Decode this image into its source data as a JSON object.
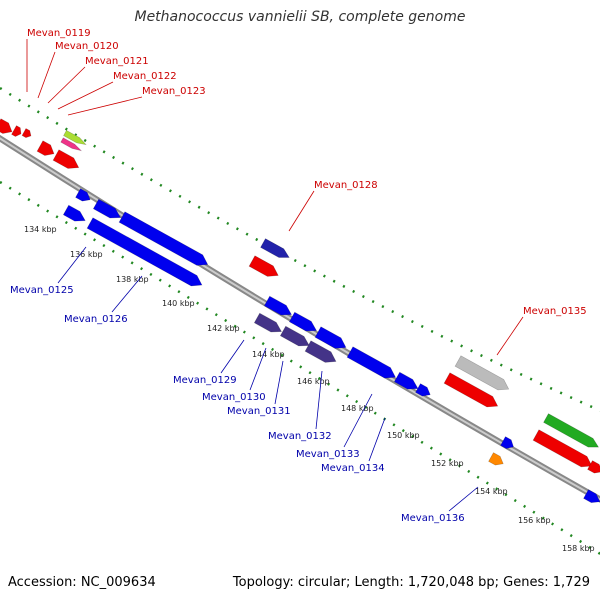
{
  "title": "Methanococcus vannielii SB, complete genome",
  "footer": {
    "accession": "Accession: NC_009634",
    "summary": "Topology: circular; Length: 1,720,048 bp; Genes: 1,729"
  },
  "colors": {
    "forward_label": "#cc0000",
    "reverse_label": "#0000aa",
    "backbone": "#888888",
    "tick": "#228822"
  },
  "ticks": [
    "134 kbp",
    "136 kbp",
    "138 kbp",
    "140 kbp",
    "142 kbp",
    "144 kbp",
    "146 kbp",
    "148 kbp",
    "150 kbp",
    "152 kbp",
    "154 kbp",
    "156 kbp",
    "158 kbp"
  ],
  "forward_genes": [
    "Mevan_0119",
    "Mevan_0120",
    "Mevan_0121",
    "Mevan_0122",
    "Mevan_0123",
    "Mevan_0128",
    "Mevan_0135"
  ],
  "reverse_genes": [
    "Mevan_0125",
    "Mevan_0126",
    "Mevan_0129",
    "Mevan_0130",
    "Mevan_0131",
    "Mevan_0132",
    "Mevan_0133",
    "Mevan_0134",
    "Mevan_0136"
  ]
}
